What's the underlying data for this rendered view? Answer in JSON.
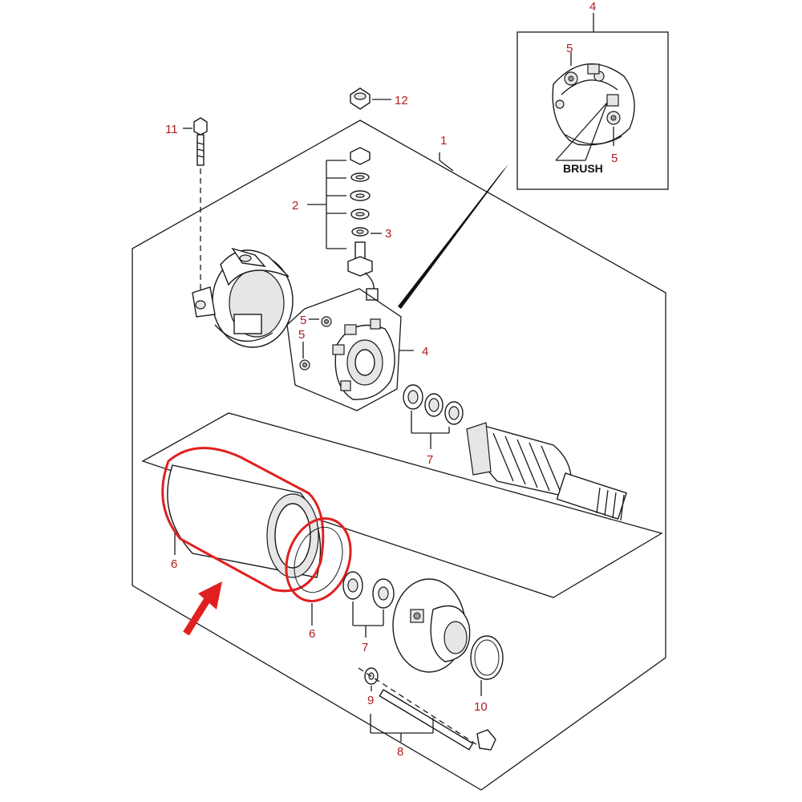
{
  "diagram": {
    "callouts": {
      "c1": "1",
      "c2": "2",
      "c3": "3",
      "c4_inset": "4",
      "c4_main": "4",
      "c5_inset_top": "5",
      "c5_inset_bottom": "5",
      "c5_main_top": "5",
      "c5_main_bottom": "5",
      "c6_left": "6",
      "c6_right": "6",
      "c7_upper": "7",
      "c7_lower": "7",
      "c8": "8",
      "c9": "9",
      "c10": "10",
      "c11": "11",
      "c12": "12"
    },
    "inset_label": "BRUSH",
    "highlight_color": "#e02020",
    "callout_color": "#b01c1c"
  }
}
